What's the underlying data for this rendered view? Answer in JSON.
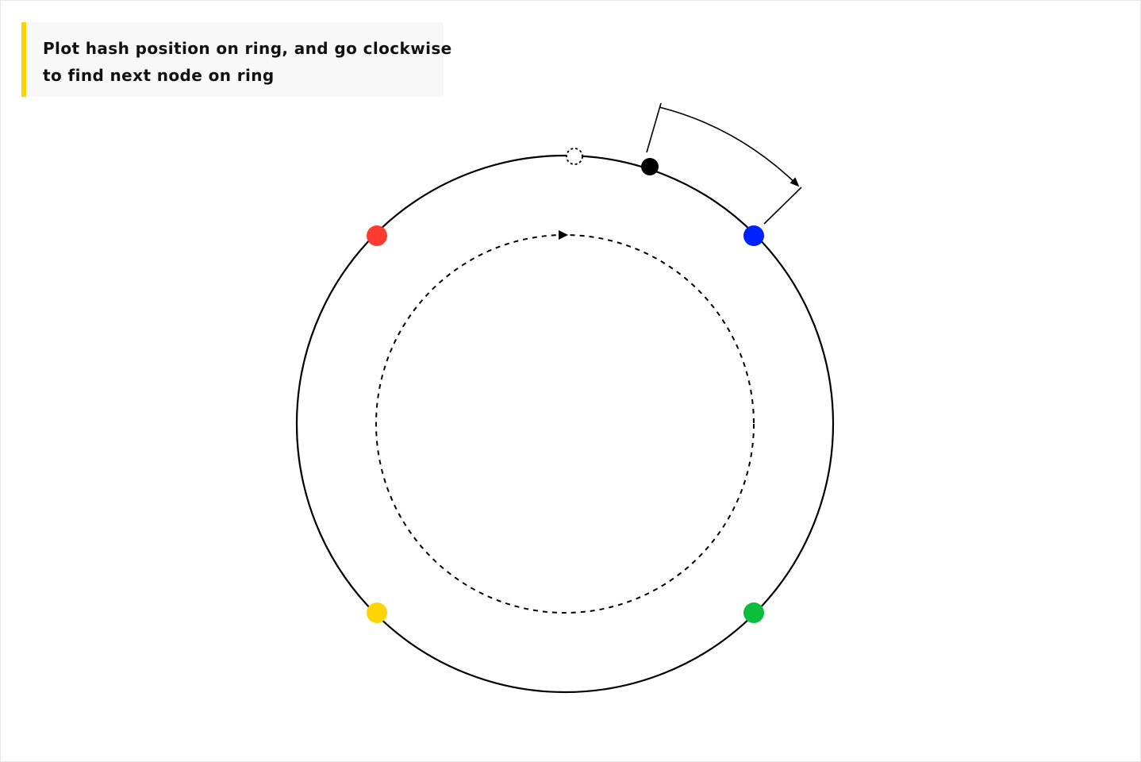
{
  "annotation": {
    "lines": [
      "Plot hash position on ring, and go clockwise",
      "to find next node on ring"
    ],
    "accent_color": "#ffd400"
  },
  "ring": {
    "nodes": [
      {
        "name": "red-node",
        "color": "#ff3b30"
      },
      {
        "name": "blue-node",
        "color": "#0022ff"
      },
      {
        "name": "green-node",
        "color": "#0dbd3c"
      },
      {
        "name": "yellow-node",
        "color": "#ffd400"
      }
    ],
    "hash_point_color": "#000000",
    "ring_color": "#000000"
  }
}
